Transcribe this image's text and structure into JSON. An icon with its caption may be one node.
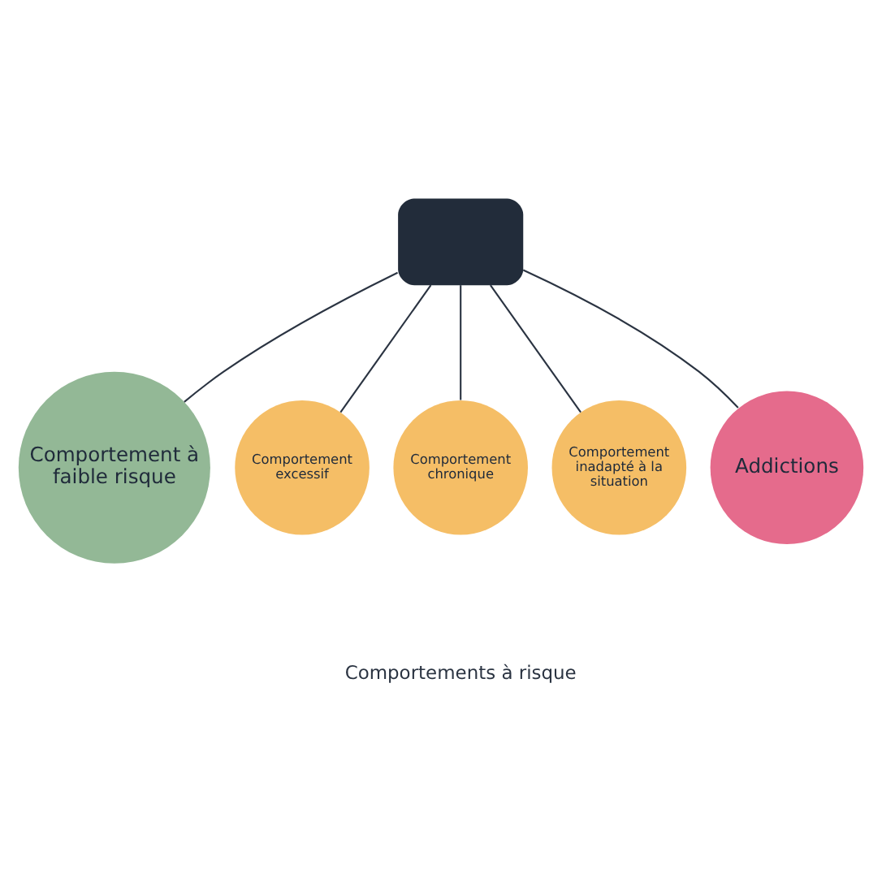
{
  "diagram": {
    "nodes": [
      {
        "text": [],
        "shape": "person"
      },
      {
        "text": [
          "Comportement à faible risque"
        ]
      },
      {
        "text": [
          "Comportement excessif"
        ]
      },
      {
        "text": [
          "Comportement chronique"
        ]
      },
      {
        "text": [
          "Comportement inadapté à la situation"
        ]
      },
      {
        "text": [
          "Addictions"
        ]
      }
    ],
    "edges": [
      {
        "from": 0,
        "to": 1,
        "arrow": "none"
      },
      {
        "from": 0,
        "to": 2,
        "arrow": "none"
      },
      {
        "from": 0,
        "to": 3,
        "arrow": "none"
      },
      {
        "from": 0,
        "to": 4,
        "arrow": "none"
      },
      {
        "from": 0,
        "to": 5,
        "arrow": "none"
      }
    ],
    "labels": [
      "Comportements à risque"
    ]
  }
}
